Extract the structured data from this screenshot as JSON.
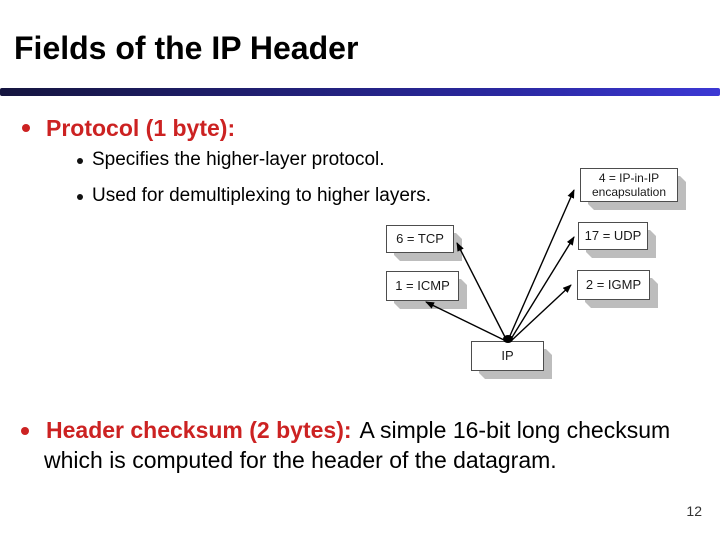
{
  "slide": {
    "title": "Fields of the IP Header",
    "page_number": "12"
  },
  "colors": {
    "accent_red": "#cc2222",
    "bar_gradient_left": "#15153f",
    "bar_gradient_right": "#3c38d4",
    "box_shadow_gray": "#bdbdbd",
    "box_border": "#4d4d4d"
  },
  "protocol_section": {
    "heading": "Protocol (1 byte):",
    "sub_bullets": [
      "Specifies the higher-layer protocol.",
      "Used for demultiplexing to higher layers."
    ]
  },
  "checksum_section": {
    "heading": "Header checksum (2 bytes):",
    "body_line1": "A simple 16-bit long checksum",
    "body_line2": "which is computed for the header of the datagram."
  },
  "diagram": {
    "ipinip": {
      "line1": "4 = IP-in-IP",
      "line2": "encapsulation"
    },
    "udp": {
      "label": "17 = UDP"
    },
    "tcp": {
      "label": "6 = TCP"
    },
    "igmp": {
      "label": "2 = IGMP"
    },
    "icmp": {
      "label": "1 = ICMP"
    },
    "ip": {
      "label": "IP"
    },
    "connections": [
      {
        "from": "IP",
        "to": "6 = TCP"
      },
      {
        "from": "IP",
        "to": "1 = ICMP"
      },
      {
        "from": "IP",
        "to": "4 = IP-in-IP encapsulation"
      },
      {
        "from": "IP",
        "to": "17 = UDP"
      },
      {
        "from": "IP",
        "to": "2 = IGMP"
      }
    ]
  }
}
